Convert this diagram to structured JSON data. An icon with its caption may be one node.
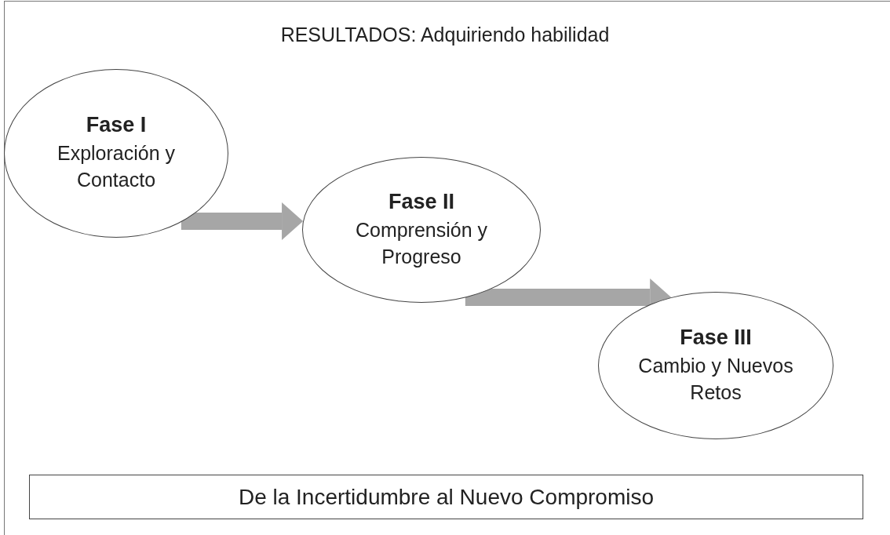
{
  "diagram": {
    "title": "RESULTADOS: Adquiriendo habilidad",
    "nodes": [
      {
        "text": [
          "Fase I",
          "Exploración y Contacto"
        ]
      },
      {
        "text": [
          "Fase II",
          "Comprensión y Progreso"
        ]
      },
      {
        "text": [
          "Fase III",
          "Cambio y Nuevos Retos"
        ]
      },
      {
        "text": [
          "De la Incertidumbre al Nuevo Compromiso"
        ]
      }
    ],
    "edges": [
      {
        "from": 0,
        "to": 1,
        "arrow": "to"
      },
      {
        "from": 1,
        "to": 2,
        "arrow": "to"
      }
    ]
  }
}
